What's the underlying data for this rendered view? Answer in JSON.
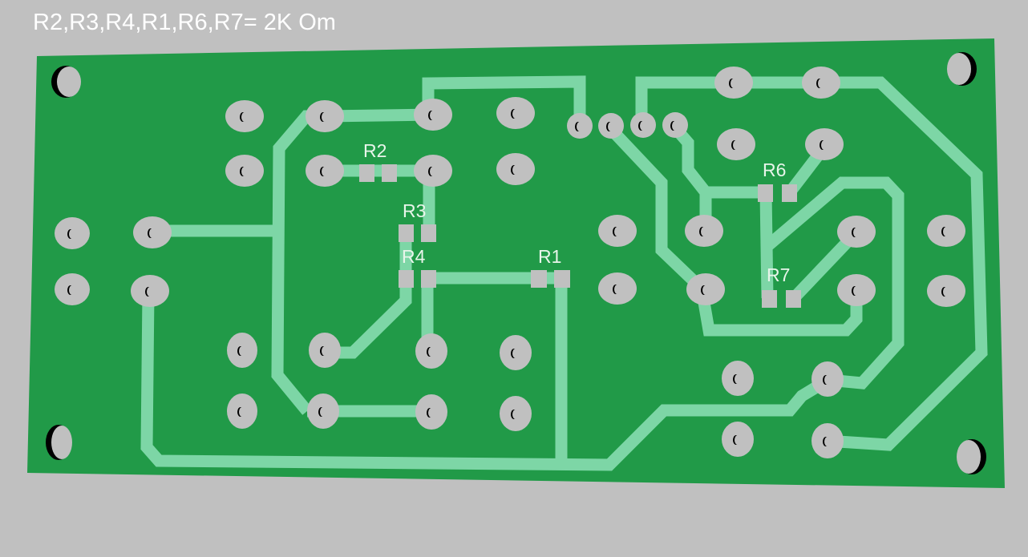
{
  "title": "R2,R3,R4,R1,R6,R7= 2K Om",
  "colors": {
    "background": "#c0c0c0",
    "board": "#219a48",
    "trace": "#7dd6a6",
    "pad": "#c0c0c0",
    "hole": "#000000",
    "label": "#e8f5ea"
  },
  "components": {
    "resistors": [
      {
        "ref": "R2",
        "label": "R2"
      },
      {
        "ref": "R3",
        "label": "R3"
      },
      {
        "ref": "R4",
        "label": "R4"
      },
      {
        "ref": "R1",
        "label": "R1"
      },
      {
        "ref": "R6",
        "label": "R6"
      },
      {
        "ref": "R7",
        "label": "R7"
      }
    ],
    "resistor_value": "2K Om",
    "mounting_holes": 4
  }
}
